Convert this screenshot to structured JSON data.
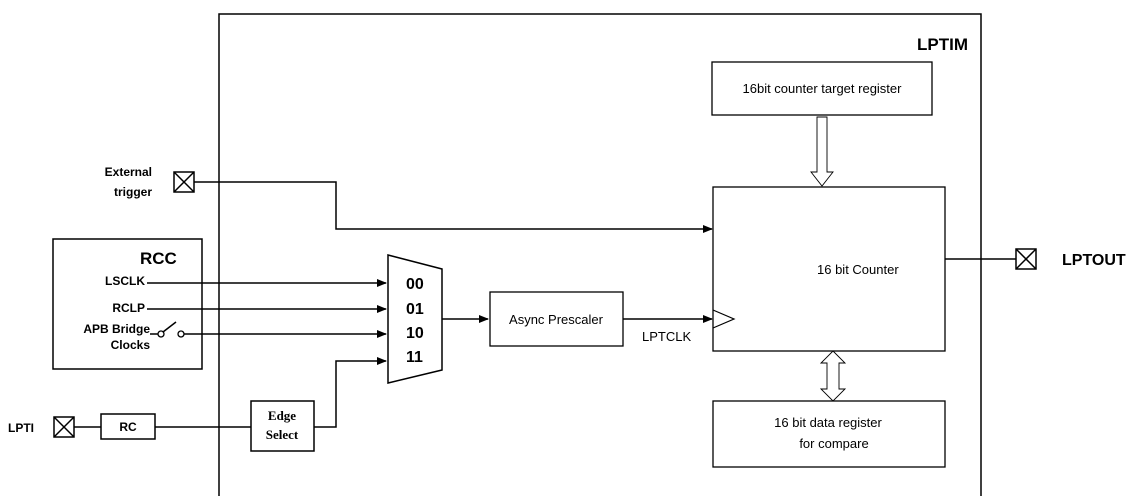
{
  "lptim_label": "LPTIM",
  "external_trigger": {
    "line1": "External",
    "line2": "trigger"
  },
  "rcc": {
    "title": "RCC",
    "lsclk": "LSCLK",
    "rclp": "RCLP",
    "apb_line1": "APB Bridge",
    "apb_line2": "Clocks"
  },
  "mux": {
    "sel0": "00",
    "sel1": "01",
    "sel2": "10",
    "sel3": "11"
  },
  "lpti_label": "LPTI",
  "rc_label": "RC",
  "edge_select": {
    "line1": "Edge",
    "line2": "Select"
  },
  "async_prescaler": "Async Prescaler",
  "lptclk": "LPTCLK",
  "target_register": "16bit counter target register",
  "counter": "16  bit Counter",
  "data_register": {
    "line1": "16 bit data register",
    "line2": "for compare"
  },
  "lptout": "LPTOUT"
}
